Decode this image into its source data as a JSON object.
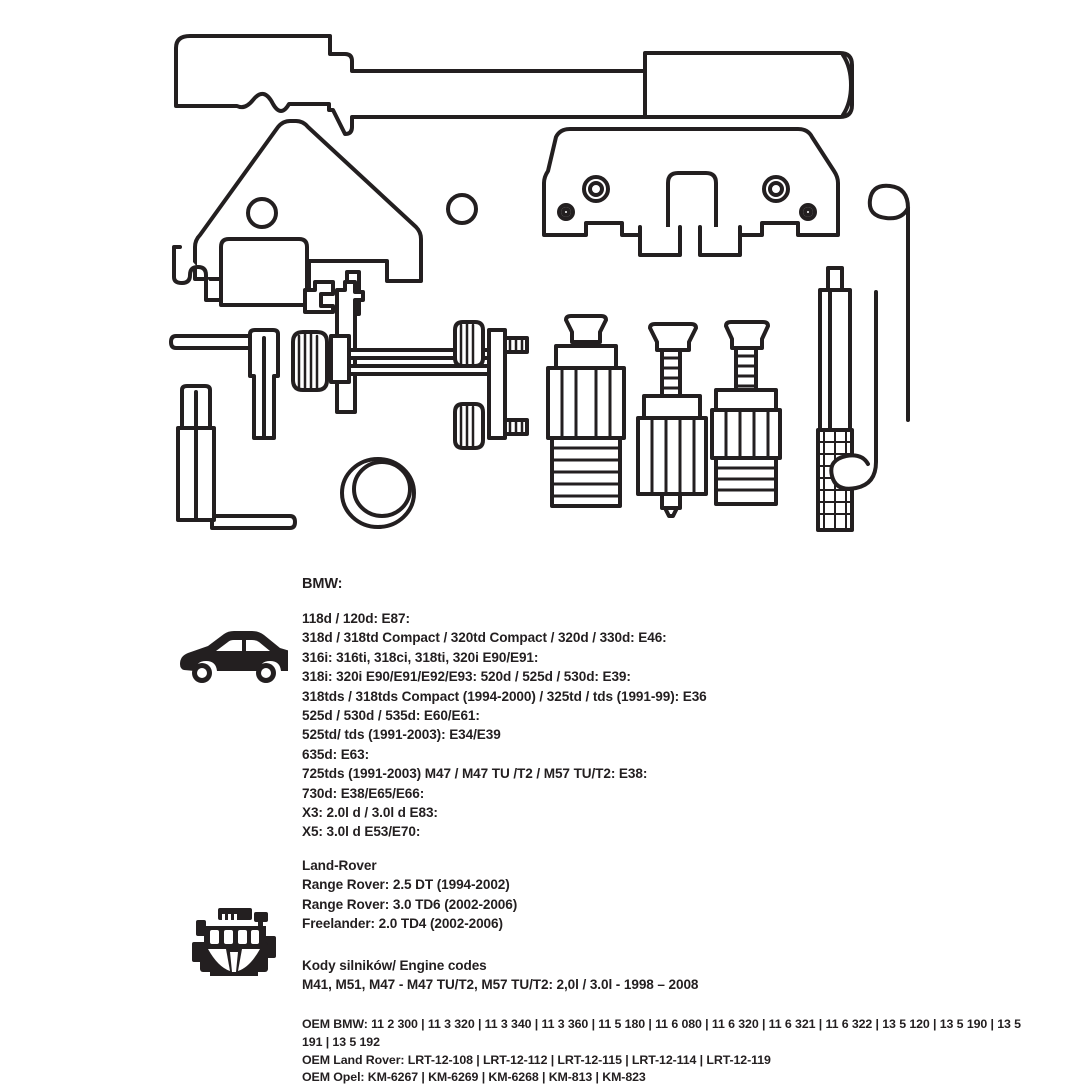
{
  "product": {
    "type": "product-illustration",
    "subject": "BMW / Land-Rover diesel engine timing tool set",
    "background_color": "#ffffff",
    "line_color": "#231f20"
  },
  "tools": [
    {
      "id": "flywheel-locking-bar",
      "name": "Flywheel / crankshaft locking bar with handle"
    },
    {
      "id": "camshaft-alignment-plate-left",
      "name": "Camshaft alignment plate (left, 2 holes)"
    },
    {
      "id": "camshaft-alignment-plate-right",
      "name": "Camshaft alignment plate (right, bushed holes)"
    },
    {
      "id": "locking-pin-t-handle-1",
      "name": "T-handle locking pin (small)"
    },
    {
      "id": "locking-pin-t-handle-2",
      "name": "T-handle locking pin (large)"
    },
    {
      "id": "knurled-clamp-tool",
      "name": "Knurled thumb-screw clamping tool"
    },
    {
      "id": "bushing-ring",
      "name": "Bushing ring / sleeve"
    },
    {
      "id": "injector-puller-adapter-1",
      "name": "Injector puller adapter (tall)"
    },
    {
      "id": "injector-puller-adapter-2",
      "name": "Injector puller adapter (through-bolt)"
    },
    {
      "id": "injector-puller-adapter-3",
      "name": "Injector puller adapter (short)"
    },
    {
      "id": "knurled-grip-punch",
      "name": "Knurled grip drift punch"
    },
    {
      "id": "wire-hook-short",
      "name": "Wire hook (short)"
    },
    {
      "id": "wire-hook-long",
      "name": "Wire hook (long, double loop)"
    }
  ],
  "icons": {
    "car": "car-silhouette-icon",
    "engine": "engine-block-icon"
  },
  "specs": {
    "bmw_heading": "BMW:",
    "bmw_models": [
      "118d / 120d: E87:",
      "318d / 318td Compact / 320td Compact / 320d / 330d: E46:",
      "316i: 316ti, 318ci, 318ti, 320i E90/E91:",
      "318i: 320i E90/E91/E92/E93: 520d / 525d / 530d: E39:",
      "318tds / 318tds Compact (1994-2000) / 325td / tds (1991-99): E36",
      "525d / 530d / 535d: E60/E61:",
      "525td/ tds (1991-2003): E34/E39",
      "635d: E63:",
      "725tds (1991-2003) M47 / M47 TU /T2 / M57 TU/T2: E38:",
      "730d: E38/E65/E66:",
      "X3: 2.0l d / 3.0l d E83:",
      "X5: 3.0l d E53/E70:"
    ],
    "landrover_heading": "Land-Rover",
    "landrover_models": [
      "Range Rover: 2.5 DT (1994-2002)",
      "Range Rover: 3.0 TD6 (2002-2006)",
      "Freelander: 2.0 TD4 (2002-2006)"
    ],
    "engine_codes_heading": "Kody silników/ Engine codes",
    "engine_codes_line": "M41, M51, M47 - M47 TU/T2, M57 TU/T2: 2,0l / 3.0l - 1998 – 2008",
    "oem": {
      "bmw_label": "OEM  BMW:",
      "bmw_numbers": "11 2 300 | 11 3 320 | 11 3 340 | 11 3 360 | 11 5 180 | 11 6 080 | 11 6 320 | 11 6 321 | 11 6 322 | 13 5 120 | 13 5 190 | 13 5 191 | 13 5 192",
      "landrover_line": "OEM Land Rover: LRT-12-108 | LRT-12-112 | LRT-12-115 | LRT-12-114 | LRT-12-119",
      "opel_line": "OEM Opel: KM-6267 | KM-6269 | KM-6268 | KM-813 | KM-823"
    }
  }
}
